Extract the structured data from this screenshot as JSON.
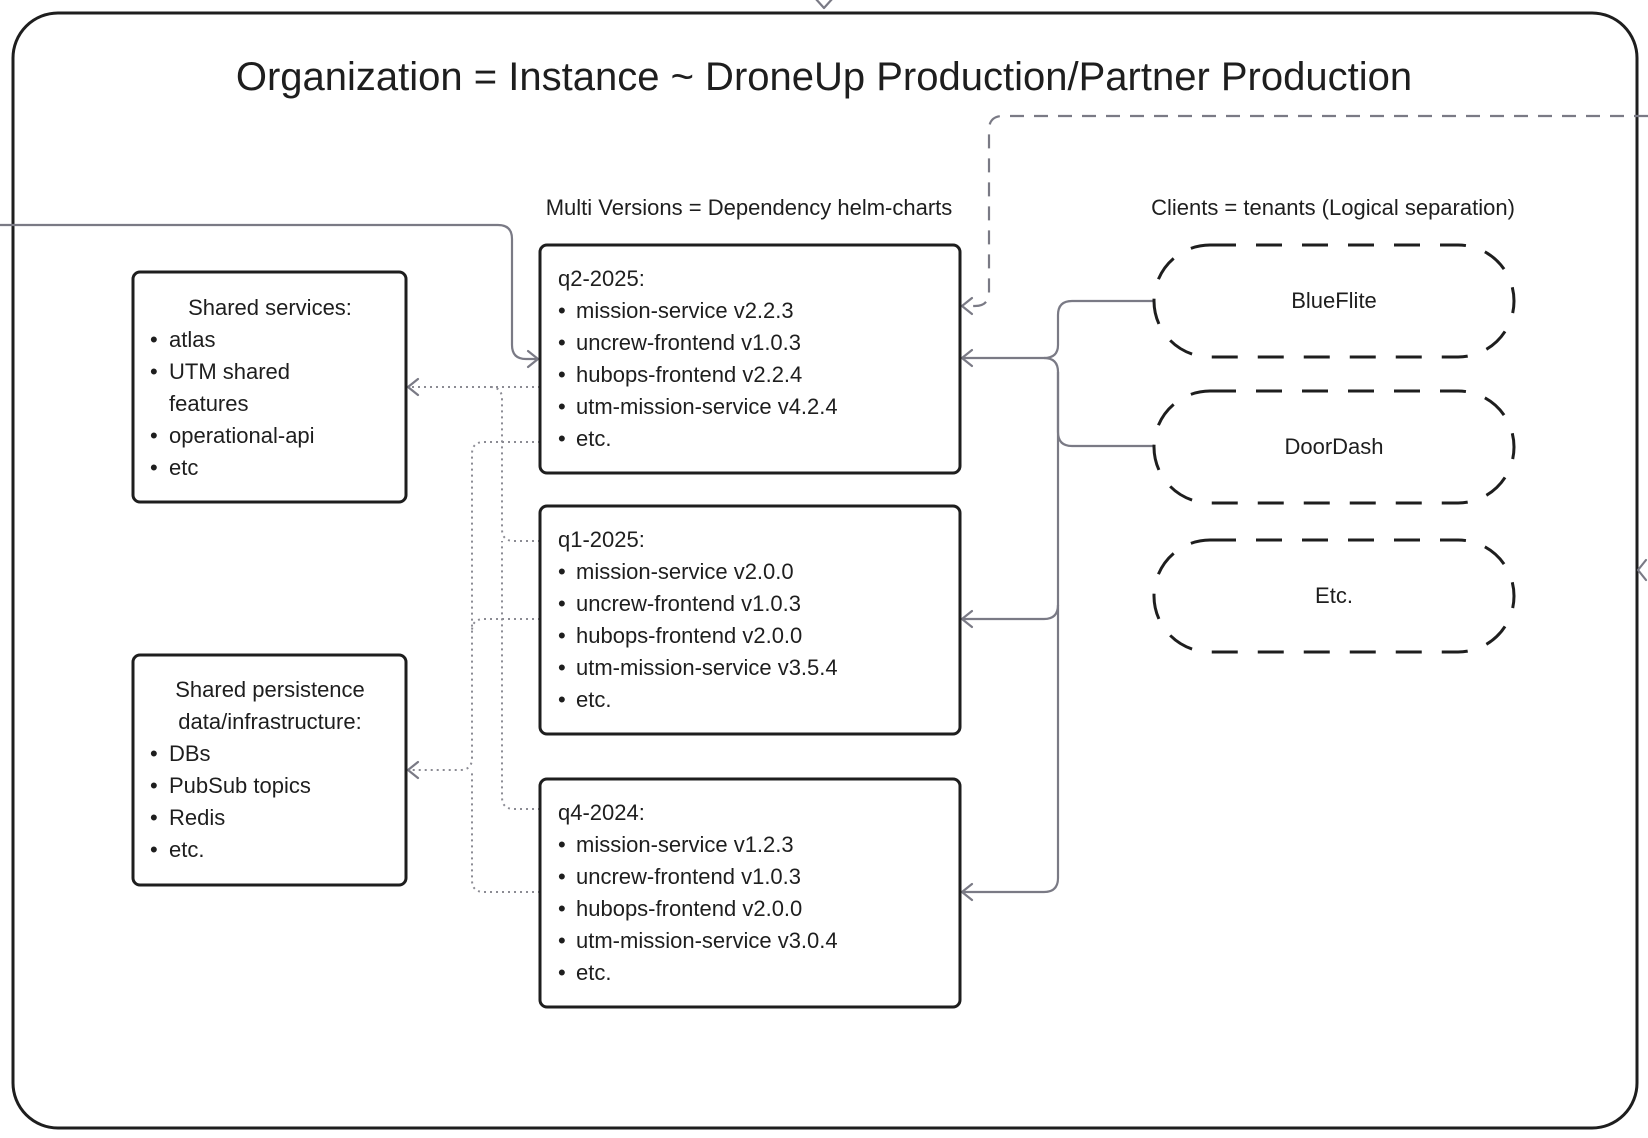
{
  "title": "Organization = Instance ~ DroneUp Production/Partner Production",
  "versions_header": "Multi Versions = Dependency helm-charts",
  "clients_header": "Clients = tenants (Logical separation)",
  "shared_services": {
    "title": "Shared services:",
    "items": [
      "atlas",
      "UTM shared",
      "features",
      "operational-api",
      "etc"
    ]
  },
  "shared_persistence": {
    "title_line1": "Shared persistence",
    "title_line2": "data/infrastructure:",
    "items": [
      "DBs",
      "PubSub topics",
      "Redis",
      "etc."
    ]
  },
  "versions": [
    {
      "title": "q2-2025:",
      "items": [
        "mission-service v2.2.3",
        "uncrew-frontend v1.0.3",
        "hubops-frontend v2.2.4",
        "utm-mission-service v4.2.4",
        "etc."
      ]
    },
    {
      "title": "q1-2025:",
      "items": [
        "mission-service v2.0.0",
        "uncrew-frontend v1.0.3",
        "hubops-frontend v2.0.0",
        "utm-mission-service v3.5.4",
        "etc."
      ]
    },
    {
      "title": "q4-2024:",
      "items": [
        "mission-service v1.2.3",
        "uncrew-frontend v1.0.3",
        "hubops-frontend v2.0.0",
        "utm-mission-service v3.0.4",
        "etc."
      ]
    }
  ],
  "tenants": [
    "BlueFlite",
    "DoorDash",
    "Etc."
  ],
  "bullet": "•",
  "colors": {
    "stroke": "#1e1e1e",
    "connector": "#7a7a85",
    "background": "#ffffff"
  }
}
